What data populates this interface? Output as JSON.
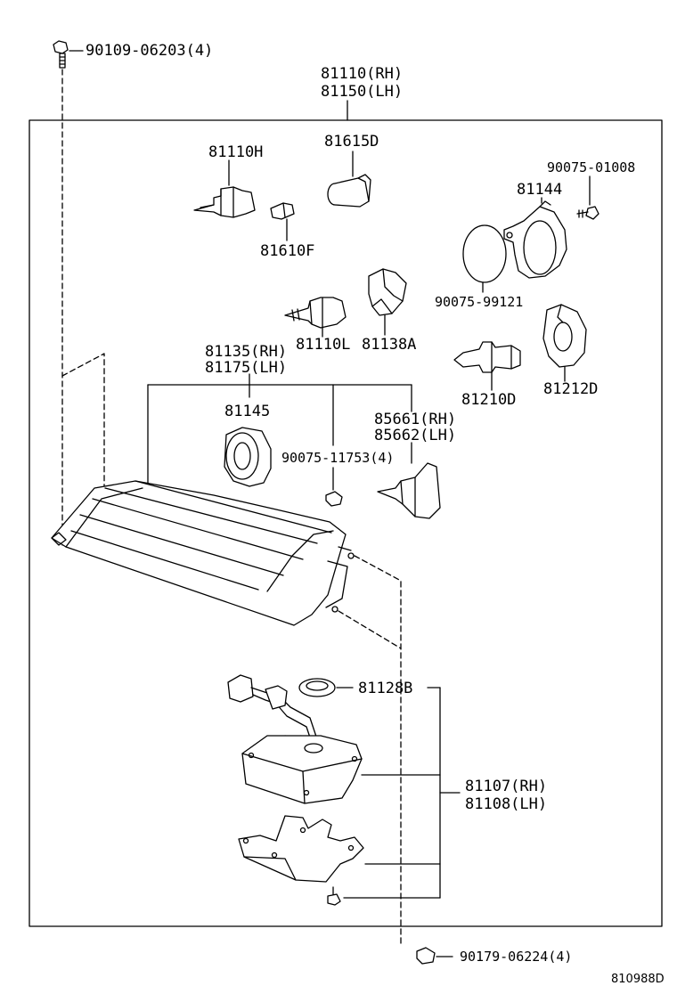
{
  "diagram": {
    "labels": {
      "bolt_top": "90109-06203(4)",
      "assy_rh": "81110(RH)",
      "assy_lh": "81150(LH)",
      "bulb_h": "81110H",
      "socket_d": "81615D",
      "screw_r": "90075-01008",
      "cover": "81144",
      "bulb_f": "81610F",
      "seal_ring": "90075-99121",
      "bulb_l": "81110L",
      "socket_a": "81138A",
      "housing_rh": "81135(RH)",
      "housing_lh": "81175(LH)",
      "bulb_210d": "81210D",
      "socket_212d": "81212D",
      "grommet": "81145",
      "marker_rh": "85661(RH)",
      "marker_lh": "85662(LH)",
      "nut": "90075-11753(4)",
      "gasket": "81128B",
      "ballast_rh": "81107(RH)",
      "ballast_lh": "81108(LH)",
      "nut_bottom": "90179-06224(4)",
      "drawing_id": "810988D"
    }
  }
}
